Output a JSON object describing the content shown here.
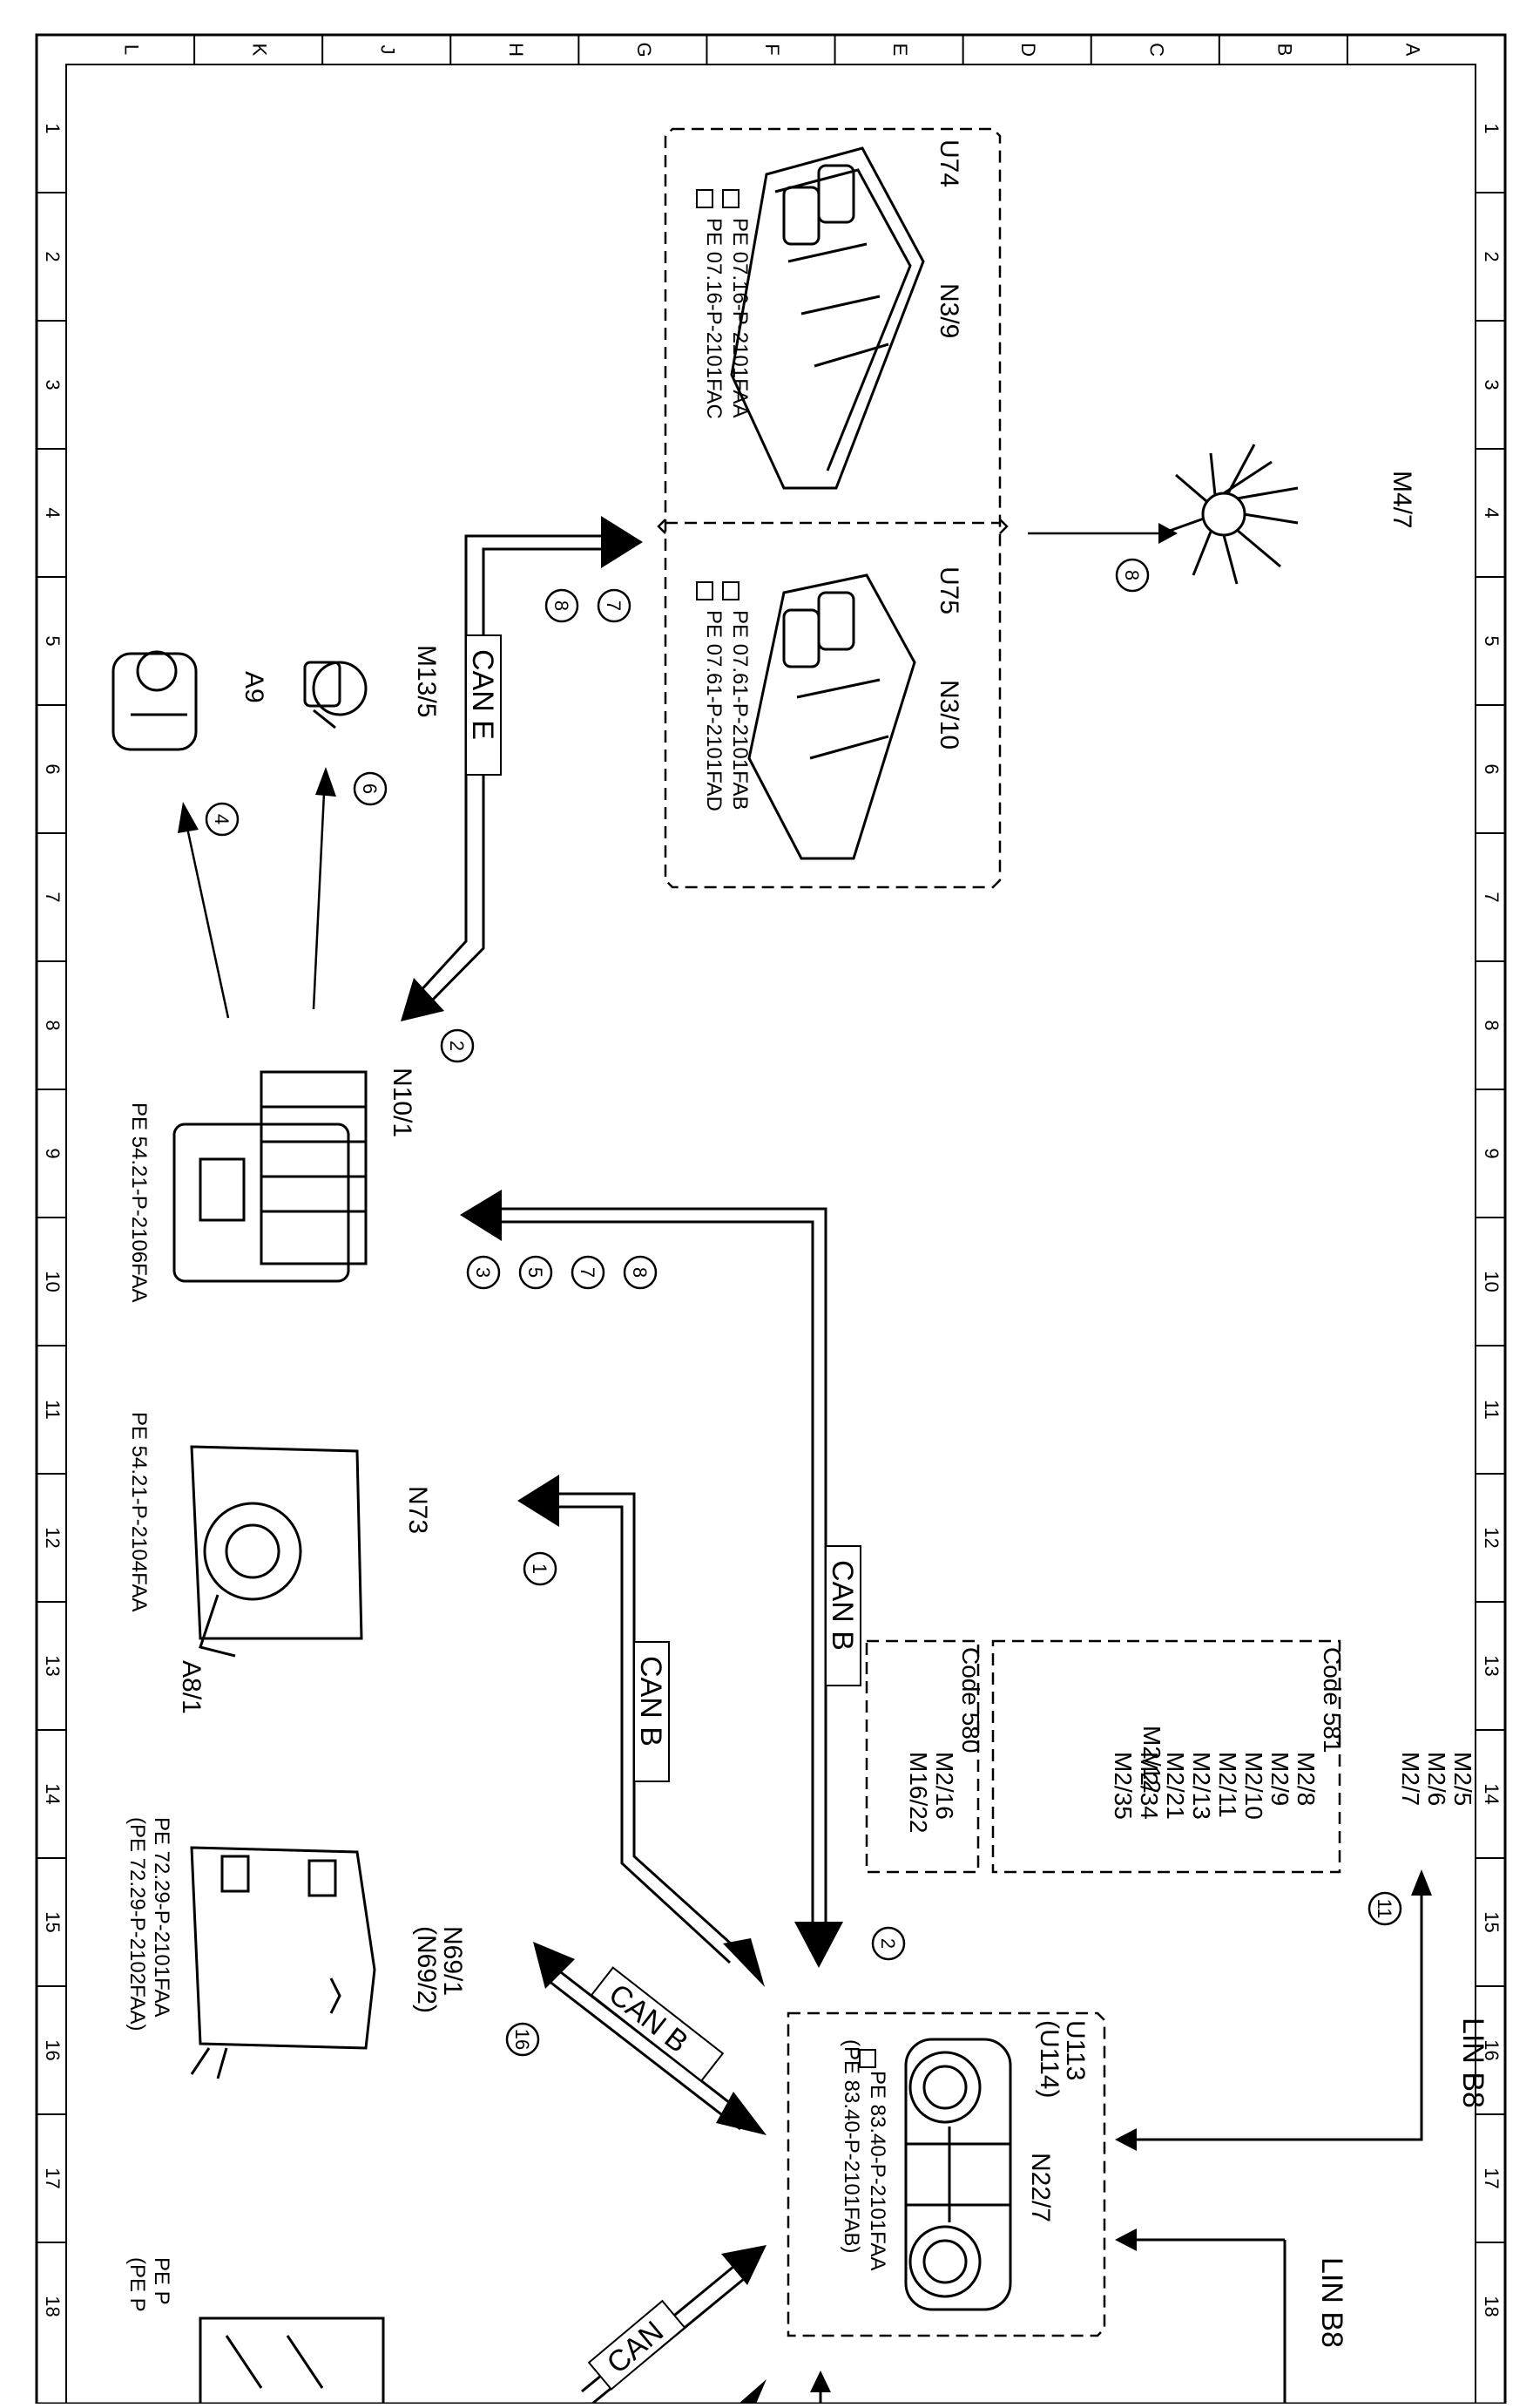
{
  "grid": {
    "columns": [
      "L",
      "K",
      "J",
      "H",
      "G",
      "F",
      "E",
      "D",
      "C",
      "B",
      "A"
    ],
    "rows": [
      "1",
      "2",
      "3",
      "4",
      "5",
      "6",
      "7",
      "8",
      "9",
      "10",
      "11",
      "12",
      "13",
      "14",
      "15",
      "16",
      "17",
      "18"
    ]
  },
  "components": {
    "u74": {
      "label": "U74",
      "name": "N3/9",
      "ref1": "PE 07.16-P-2101FAA",
      "ref2": "PE 07.16-P-2101FAC"
    },
    "u75": {
      "label": "U75",
      "name": "N3/10",
      "ref1": "PE 07.61-P-2101FAB",
      "ref2": "PE 07.61-P-2101FAD"
    },
    "m4_7": {
      "name": "M4/7"
    },
    "m13_5": {
      "name": "M13/5"
    },
    "a9": {
      "name": "A9"
    },
    "n10_1": {
      "name": "N10/1",
      "ref": "PE 54.21-P-2106FAA"
    },
    "n73": {
      "name": "N73",
      "name2": "A8/1",
      "ref": "PE 54.21-P-2104FAA"
    },
    "n69": {
      "name": "N69/1",
      "name2": "(N69/2)",
      "ref1": "PE 72.29-P-2101FAA",
      "ref2": "(PE 72.29-P-2102FAA)"
    },
    "n22_7": {
      "label1": "U113",
      "label2": "(U114)",
      "name": "N22/7",
      "ref1": "PE 83.40-P-2101FAA",
      "ref2": "(PE 83.40-P-2101FAB)"
    },
    "partial_ref1": "PE P",
    "partial_ref2": "(PE P"
  },
  "buses": {
    "can_e": "CAN E",
    "can_b1": "CAN B",
    "can_b2": "CAN B",
    "can_b3": "CAN B",
    "can_b4": "CAN",
    "lin_b8_1": "LIN B8",
    "lin_b8_2": "LIN B8"
  },
  "circles": {
    "c7": "7",
    "c8a": "8",
    "c8b": "8",
    "c4": "4",
    "c6": "6",
    "c2a": "2",
    "c8c": "8",
    "c7b": "7",
    "c5": "5",
    "c3": "3",
    "c1": "1",
    "c2b": "2",
    "c11": "11",
    "c16": "16"
  },
  "codes": {
    "m_list": [
      "M2/5",
      "M2/6",
      "M2/7"
    ],
    "code581": "Code 581",
    "code581_items": [
      "M2/8",
      "M2/9",
      "M2/10",
      "M2/11",
      "M2/13",
      "M2/21",
      "M2/34",
      "M2/35"
    ],
    "code581_left": [
      "M2/12"
    ],
    "code580": "Code 580",
    "code580_items": [
      "M2/16",
      "M16/22"
    ]
  }
}
